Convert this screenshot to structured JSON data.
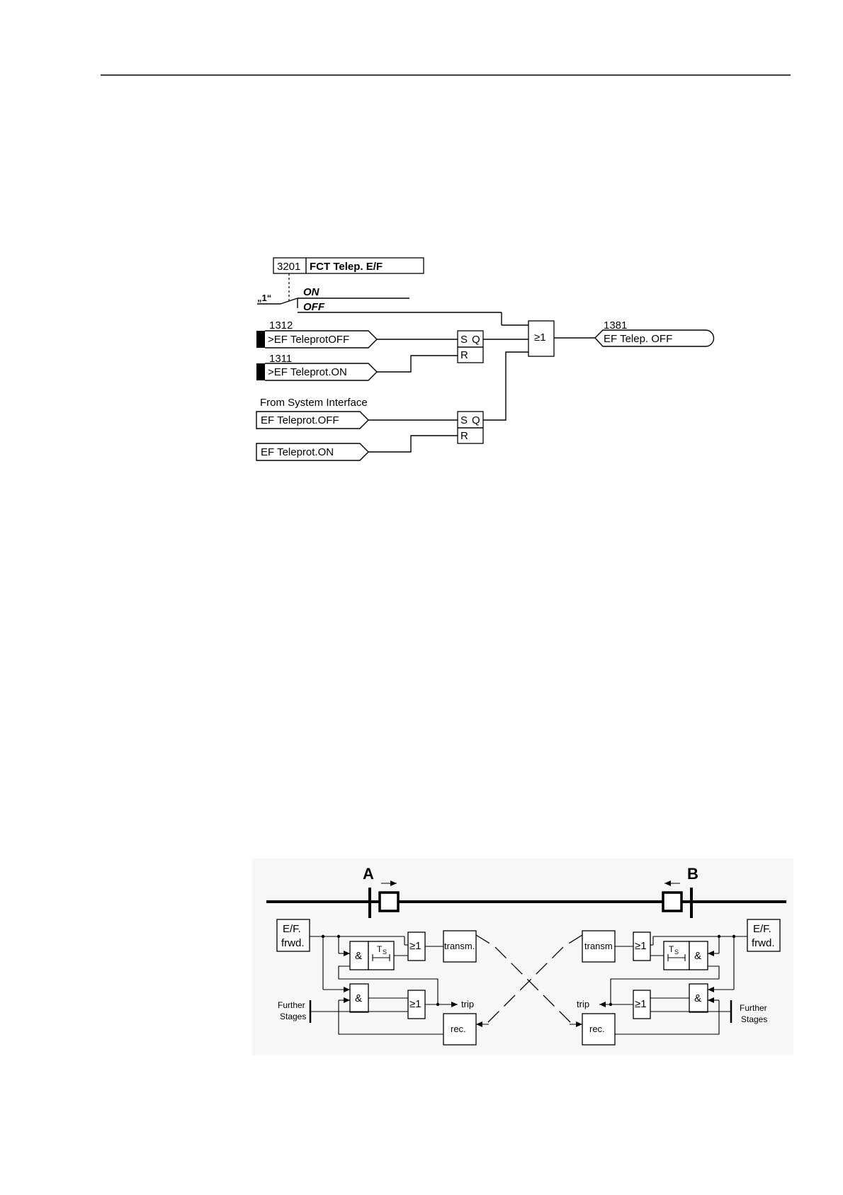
{
  "diagram1": {
    "param_number": "3201",
    "param_name": "FCT Telep. E/F",
    "switch_input": "„1“",
    "switch_on": "ON",
    "switch_off": "OFF",
    "input1_number": "1312",
    "input1_label": ">EF TeleprotOFF",
    "input2_number": "1311",
    "input2_label": ">EF Teleprot.ON",
    "system_interface_label": "From System Interface",
    "input3_label": "EF Teleprot.OFF",
    "input4_label": "EF Teleprot.ON",
    "ff_s": "S",
    "ff_q": "Q",
    "ff_r": "R",
    "or_gate": "≥1",
    "output_number": "1381",
    "output_label": "EF Telep. OFF"
  },
  "diagram2": {
    "station_a": "A",
    "station_b": "B",
    "efwd_line1": "E/F.",
    "efwd_line2": "frwd.",
    "and_gate": "&",
    "or_gate": "≥1",
    "timer_label": "T",
    "timer_sub": "S",
    "transm_a": "transm.",
    "transm_b": "transm",
    "rec": "rec.",
    "trip": "trip",
    "further_line1": "Further",
    "further_line2": "Stages"
  }
}
